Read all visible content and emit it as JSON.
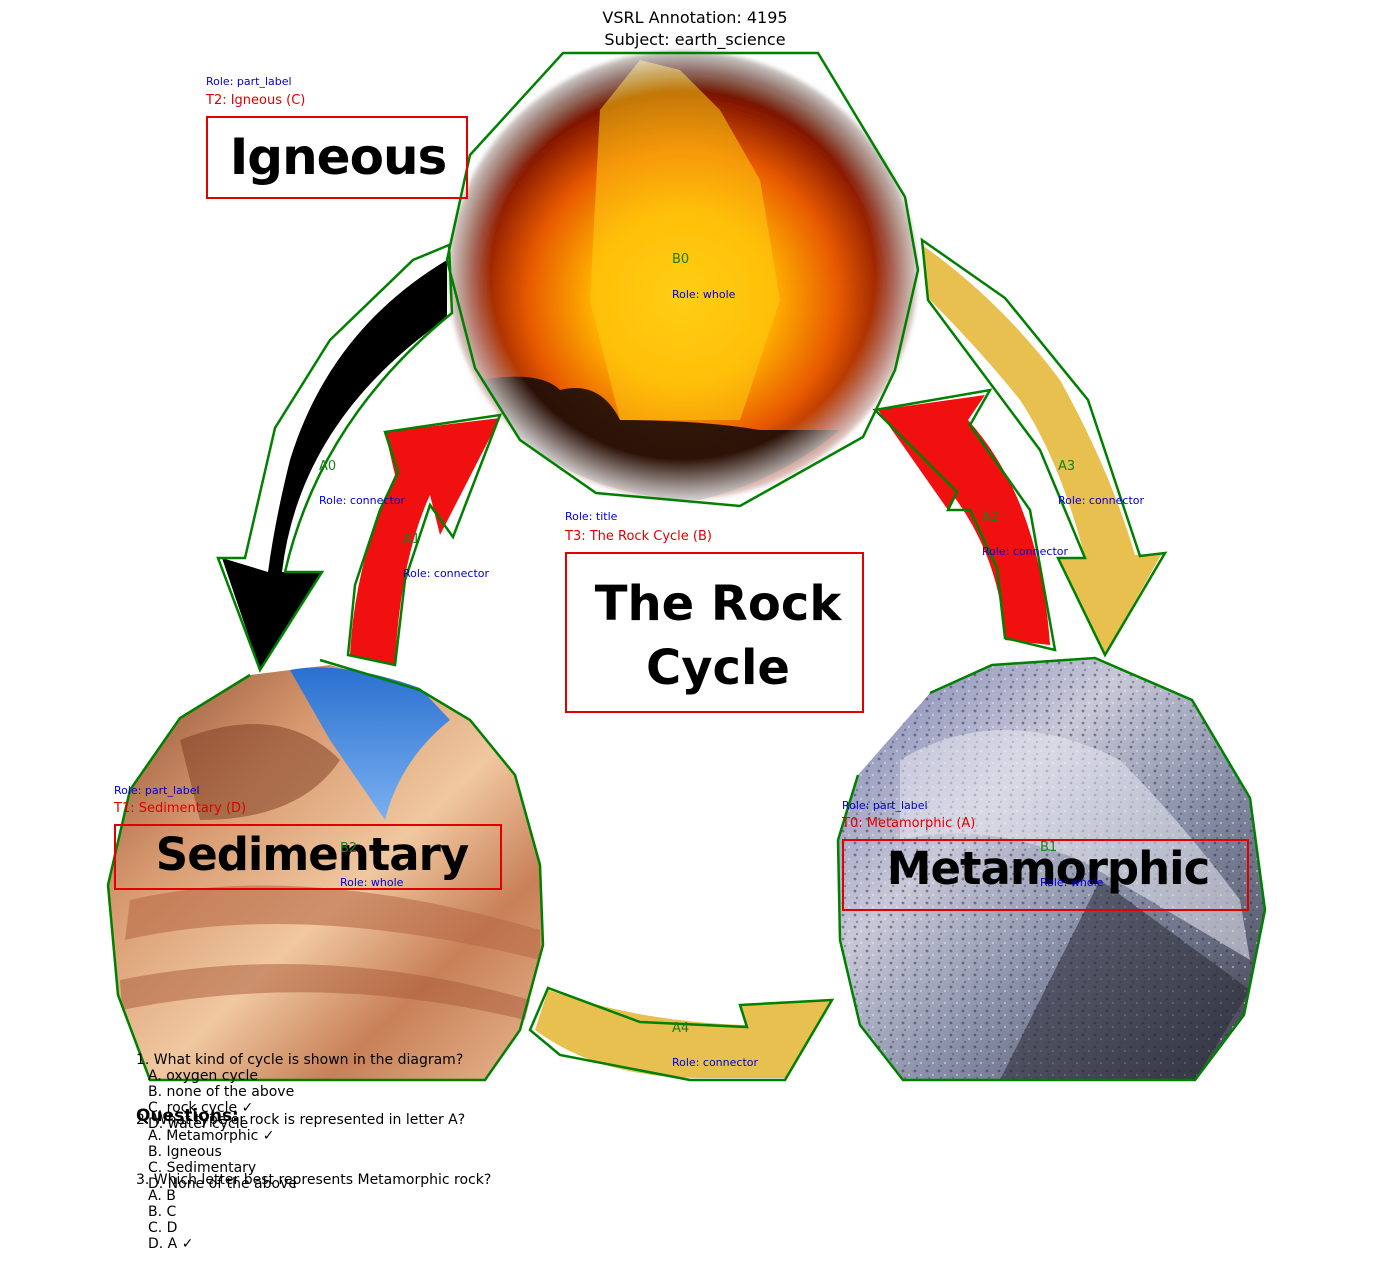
{
  "header": {
    "title": "VSRL Annotation: 4195",
    "subject": "Subject: earth_science"
  },
  "diagram_words": {
    "igneous": "Igneous",
    "sedimentary": "Sedimentary",
    "metamorphic": "Metamorphic",
    "title_line1": "The Rock",
    "title_line2": "Cycle"
  },
  "text_labels": [
    {
      "id": "T2",
      "label": "T2: Igneous (C)",
      "role": "Role: part_label"
    },
    {
      "id": "T1",
      "label": "T1: Sedimentary (D)",
      "role": "Role: part_label"
    },
    {
      "id": "T3",
      "label": "T3: The Rock Cycle (B)",
      "role": "Role: title"
    },
    {
      "id": "T0",
      "label": "T0: Metamorphic (A)",
      "role": "Role: part_label"
    }
  ],
  "blobs": [
    {
      "id": "B0",
      "label": "B0",
      "role": "Role: whole"
    },
    {
      "id": "B1",
      "label": "B1",
      "role": "Role: whole"
    },
    {
      "id": "B2",
      "label": "B2",
      "role": "Role: whole"
    }
  ],
  "arrows": [
    {
      "id": "A0",
      "label": "A0",
      "role": "Role: connector"
    },
    {
      "id": "A1",
      "label": "A1",
      "role": "Role: connector"
    },
    {
      "id": "A2",
      "label": "A2",
      "role": "Role: connector"
    },
    {
      "id": "A3",
      "label": "A3",
      "role": "Role: connector"
    },
    {
      "id": "A4",
      "label": "A4",
      "role": "Role: connector"
    }
  ],
  "colors": {
    "outline": "#008000",
    "box": "#e00000",
    "role_text": "#0000cc",
    "arrow_red": "#f01010",
    "arrow_gold": "#e8c050",
    "arrow_black": "#000000"
  },
  "questions": {
    "heading": "Questions:",
    "items": [
      {
        "question": "1. What kind of cycle is shown in the diagram?",
        "options": [
          "A. oxygen cycle",
          "B. none of the above",
          "C. rock cycle ✓",
          "D. water cycle"
        ]
      },
      {
        "question": "2. What type or rock is represented in letter A?",
        "options": [
          "A. Metamorphic ✓",
          "B. Igneous",
          "C. Sedimentary",
          "D. None of the above"
        ]
      },
      {
        "question": "3. Which letter best represents Metamorphic rock?",
        "options": [
          "A. B",
          "B. C",
          "C. D",
          "D. A ✓"
        ]
      }
    ]
  }
}
